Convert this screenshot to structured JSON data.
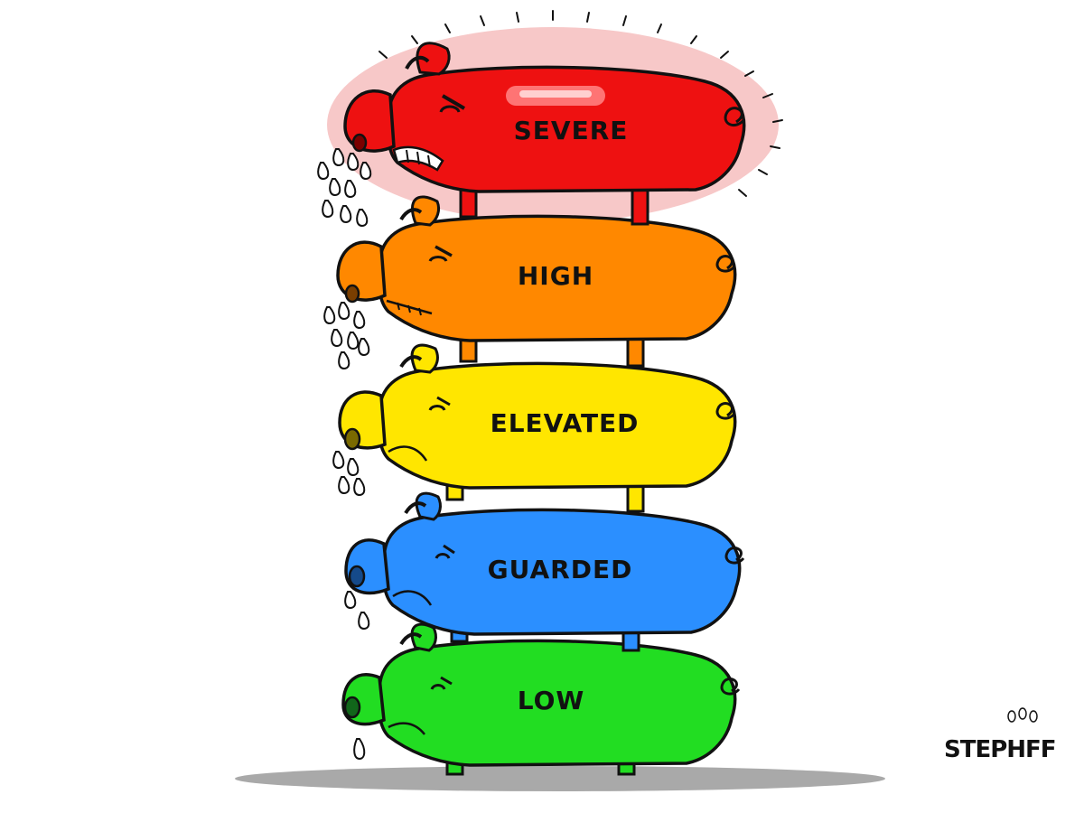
{
  "cartoon": {
    "levels": [
      {
        "label": "SEVERE",
        "color": "#ee1111"
      },
      {
        "label": "HIGH",
        "color": "#ff8800"
      },
      {
        "label": "ELEVATED",
        "color": "#ffe600"
      },
      {
        "label": "GUARDED",
        "color": "#2b8fff"
      },
      {
        "label": "LOW",
        "color": "#22dd22"
      }
    ],
    "signature": "STEPHFF",
    "halo_color": "#f7c8c8",
    "ground_shadow_color": "#a9a9a9",
    "outline_color": "#111111"
  }
}
